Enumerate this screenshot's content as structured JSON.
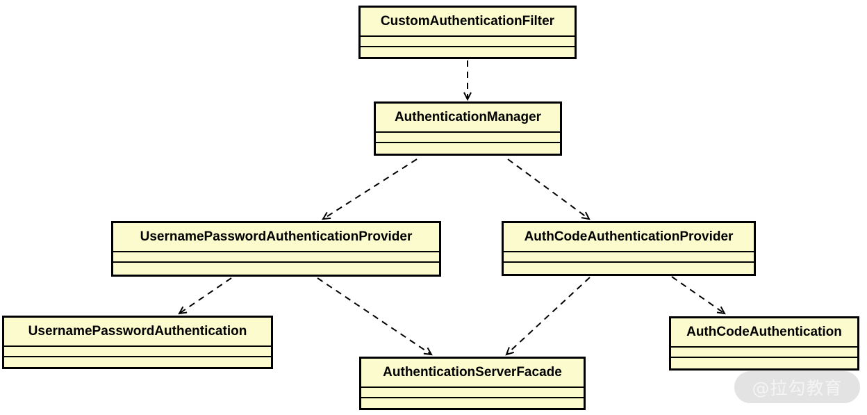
{
  "diagram_type": "uml-class-diagram",
  "classes": [
    {
      "id": "custom-authentication-filter",
      "name": "CustomAuthenticationFilter"
    },
    {
      "id": "authentication-manager",
      "name": "AuthenticationManager"
    },
    {
      "id": "username-password-authentication-provider",
      "name": "UsernamePasswordAuthenticationProvider"
    },
    {
      "id": "auth-code-authentication-provider",
      "name": "AuthCodeAuthenticationProvider"
    },
    {
      "id": "username-password-authentication",
      "name": "UsernamePasswordAuthentication"
    },
    {
      "id": "authentication-server-facade",
      "name": "AuthenticationServerFacade"
    },
    {
      "id": "auth-code-authentication",
      "name": "AuthCodeAuthentication"
    }
  ],
  "dependencies": [
    {
      "from": "CustomAuthenticationFilter",
      "to": "AuthenticationManager",
      "style": "dashed-open-arrow"
    },
    {
      "from": "AuthenticationManager",
      "to": "UsernamePasswordAuthenticationProvider",
      "style": "dashed-open-arrow"
    },
    {
      "from": "AuthenticationManager",
      "to": "AuthCodeAuthenticationProvider",
      "style": "dashed-open-arrow"
    },
    {
      "from": "UsernamePasswordAuthenticationProvider",
      "to": "UsernamePasswordAuthentication",
      "style": "dashed-open-arrow"
    },
    {
      "from": "UsernamePasswordAuthenticationProvider",
      "to": "AuthenticationServerFacade",
      "style": "dashed-open-arrow"
    },
    {
      "from": "AuthCodeAuthenticationProvider",
      "to": "AuthenticationServerFacade",
      "style": "dashed-open-arrow"
    },
    {
      "from": "AuthCodeAuthenticationProvider",
      "to": "AuthCodeAuthentication",
      "style": "dashed-open-arrow"
    }
  ],
  "watermark": {
    "text": "@拉勾教育"
  },
  "colors": {
    "background": "#ffffff",
    "class_fill": "#FBFBCD",
    "class_border": "#000000",
    "arrow": "#000000",
    "watermark_bg": "#e3e3e3",
    "watermark_text": "#f4f4f4"
  }
}
